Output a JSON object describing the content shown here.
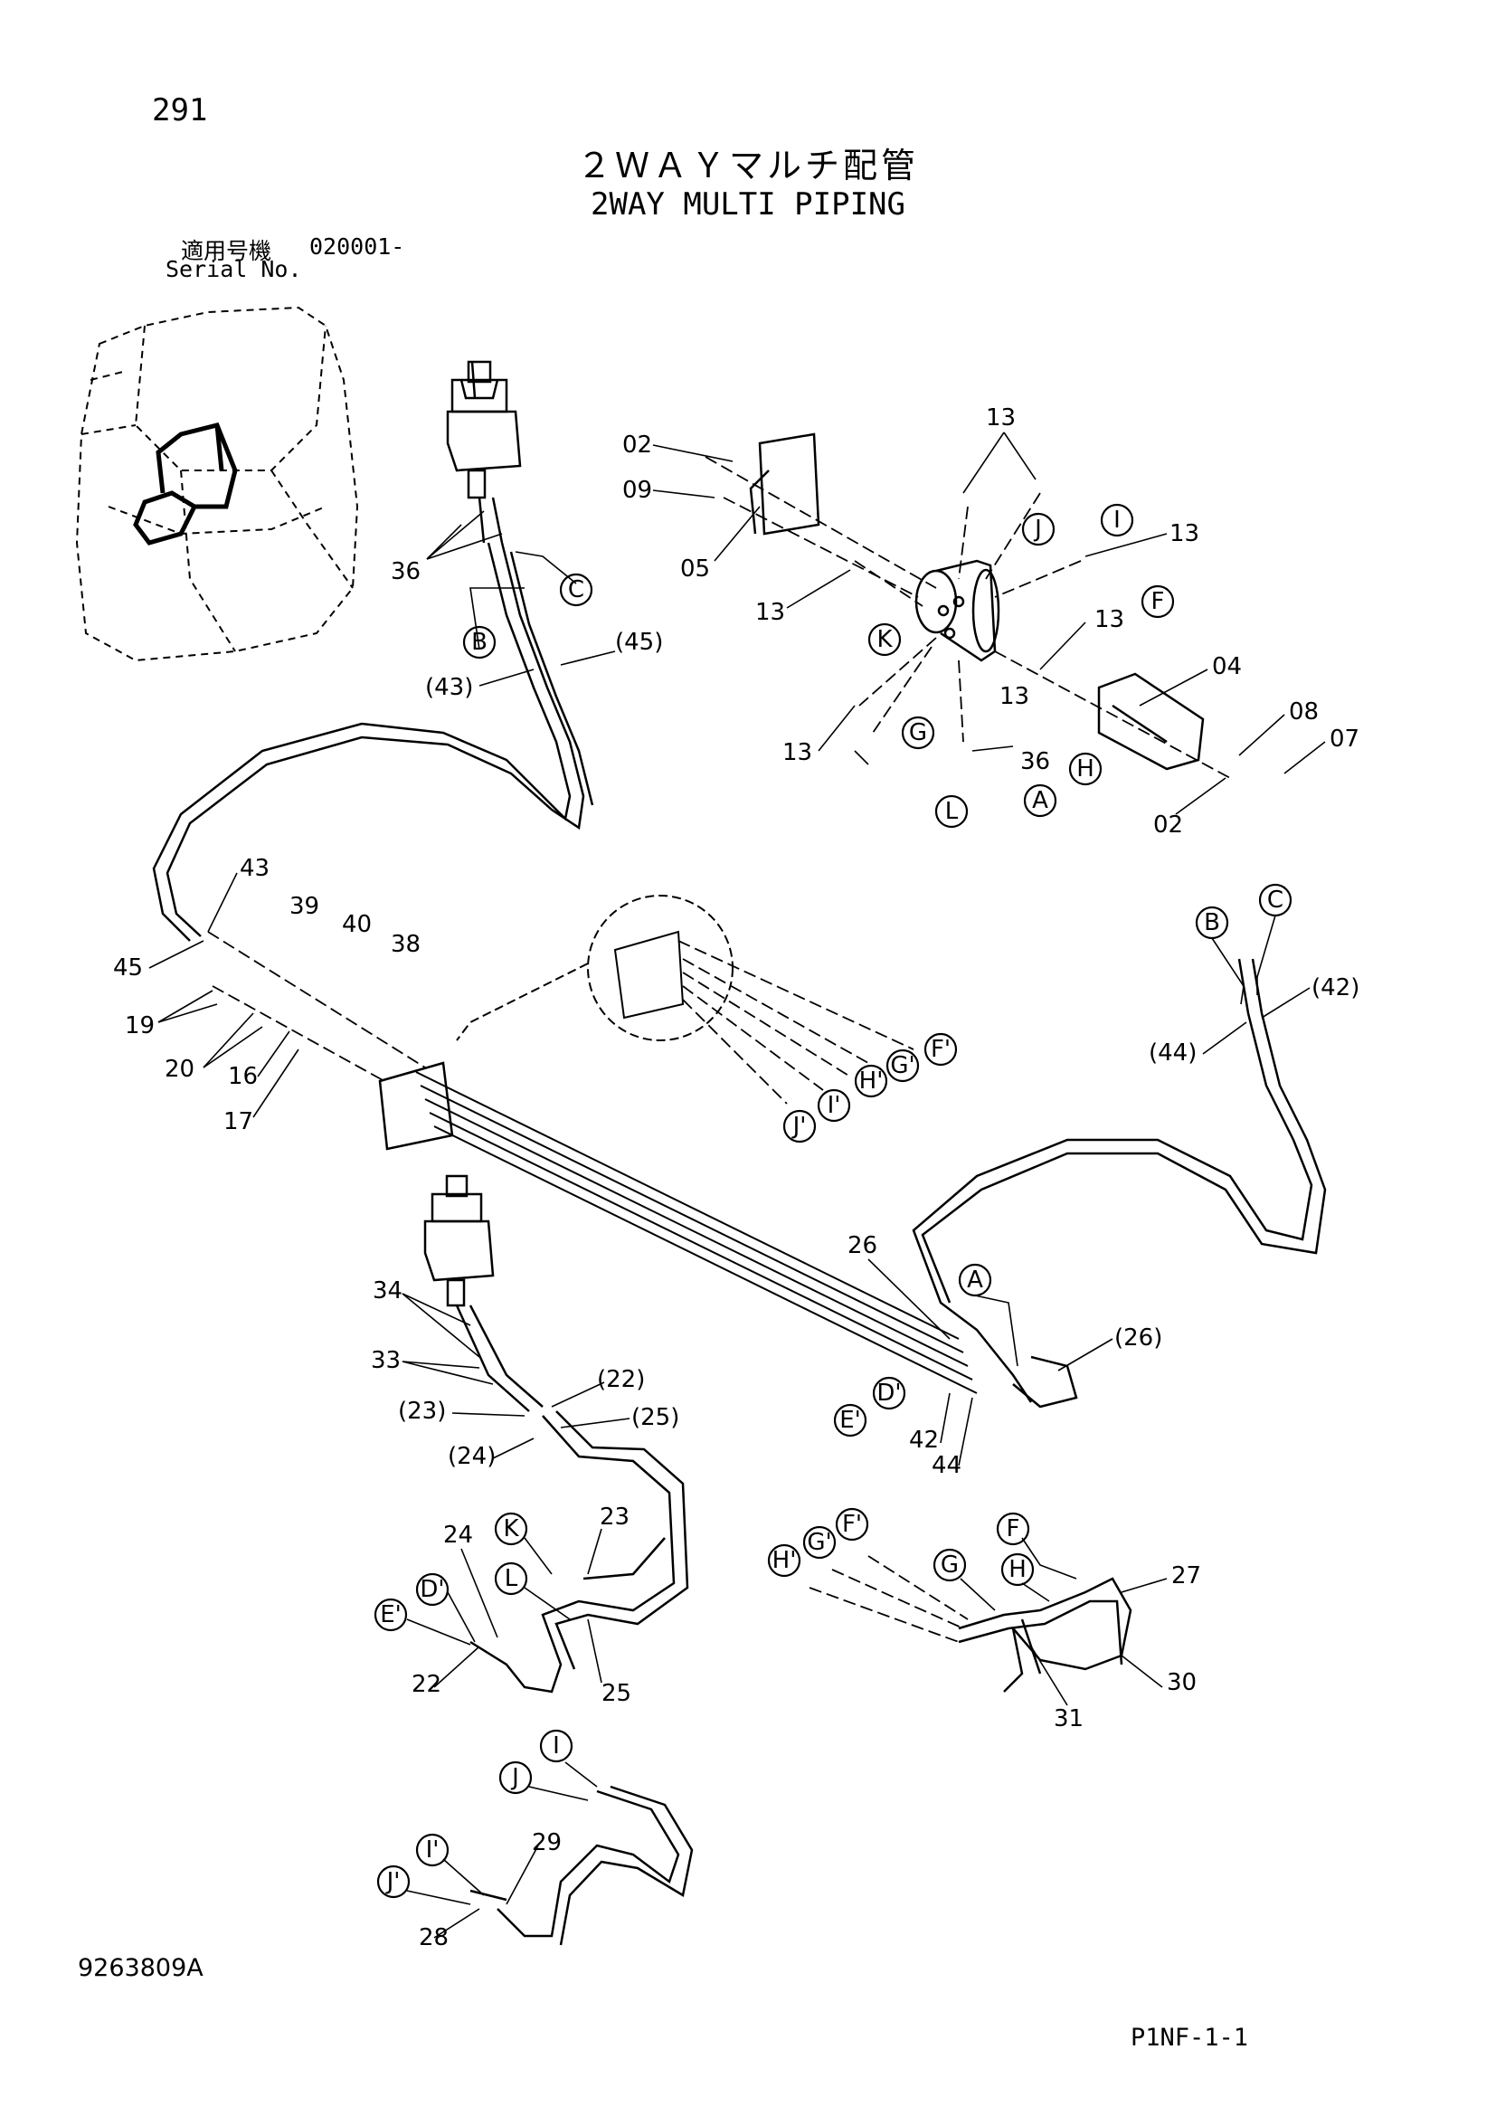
{
  "header": {
    "page_number": "291",
    "title_jp": "２ＷＡＹマルチ配管",
    "title_en": "2WAY MULTI PIPING",
    "serial_label_jp": "適用号機",
    "serial_label_en": "Serial No.",
    "serial_value": "020001-"
  },
  "footer": {
    "drawing_number": "9263809A",
    "sheet_code": "P1NF-1-1"
  },
  "callouts": [
    "A",
    "B",
    "C",
    "F",
    "I",
    "J",
    "K",
    "G",
    "L",
    "H",
    "A",
    "B",
    "C",
    "F'",
    "G'",
    "H'",
    "I'",
    "J'",
    "D'",
    "E'",
    "K",
    "L",
    "D'",
    "E'",
    "F",
    "G",
    "H",
    "F'",
    "G'",
    "H'",
    "I",
    "J",
    "I'",
    "J'"
  ],
  "part_labels": [
    "02",
    "09",
    "05",
    "13",
    "13",
    "13",
    "13",
    "13",
    "13",
    "04",
    "08",
    "07",
    "02",
    "36",
    "36",
    "(43)",
    "(45)",
    "43",
    "39",
    "40",
    "38",
    "45",
    "19",
    "20",
    "16",
    "17",
    "(42)",
    "(44)",
    "26",
    "(26)",
    "42",
    "44",
    "34",
    "33",
    "(22)",
    "(23)",
    "(25)",
    "(24)",
    "24",
    "23",
    "22",
    "25",
    "27",
    "30",
    "31",
    "29",
    "28"
  ]
}
